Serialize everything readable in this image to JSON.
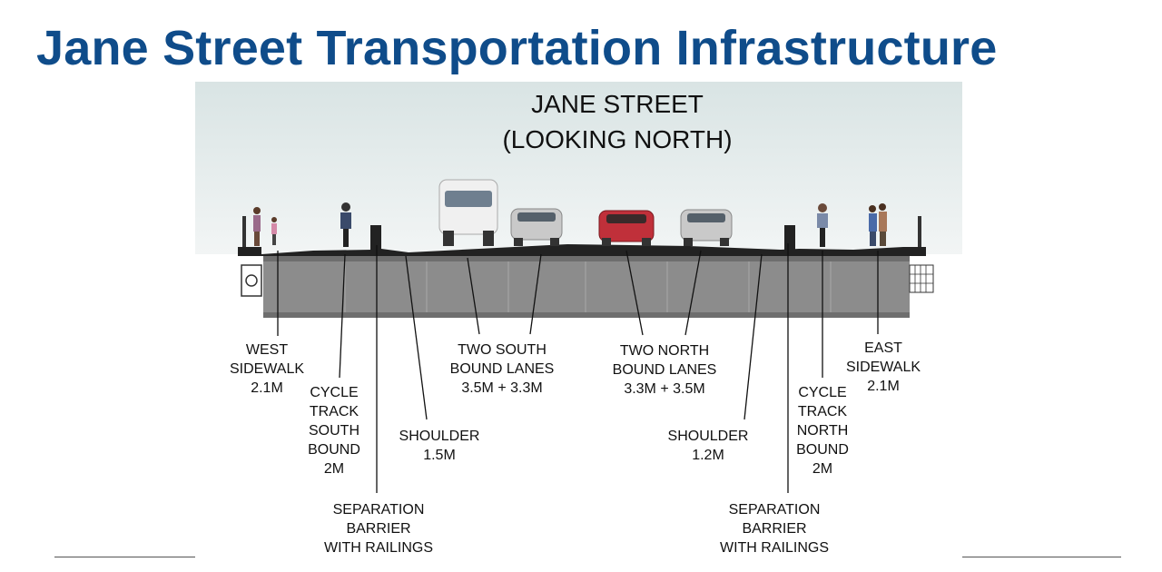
{
  "title": "Jane Street Transportation Infrastructure",
  "diagram": {
    "heading_line1": "JANE STREET",
    "heading_line2": "(LOOKING NORTH)",
    "labels": {
      "west_sidewalk": [
        "WEST",
        "SIDEWALK",
        "2.1M"
      ],
      "cycle_south": [
        "CYCLE",
        "TRACK",
        "SOUTH",
        "BOUND",
        "2M"
      ],
      "barrier_west": [
        "SEPARATION",
        "BARRIER",
        "WITH RAILINGS"
      ],
      "shoulder_west": [
        "SHOULDER",
        "1.5M"
      ],
      "south_lanes": [
        "TWO SOUTH",
        "BOUND LANES",
        "3.5M + 3.3M"
      ],
      "north_lanes": [
        "TWO NORTH",
        "BOUND LANES",
        "3.3M + 3.5M"
      ],
      "shoulder_east": [
        "SHOULDER",
        "1.2M"
      ],
      "barrier_east": [
        "SEPARATION",
        "BARRIER",
        "WITH RAILINGS"
      ],
      "cycle_north": [
        "CYCLE",
        "TRACK",
        "NORTH",
        "BOUND",
        "2M"
      ],
      "east_sidewalk": [
        "EAST",
        "SIDEWALK",
        "2.1M"
      ]
    },
    "colors": {
      "title": "#0f4c8a",
      "sky": "#e3ebeb",
      "deck": "#8c8c8c",
      "van": "#f0f0f0",
      "red_car": "#c0303a",
      "silver_car": "#c9c9c9"
    }
  }
}
